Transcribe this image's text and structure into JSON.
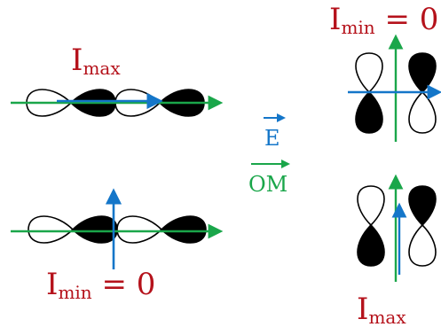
{
  "colors": {
    "label_red": "#b5121b",
    "green_axis": "#1aa64a",
    "blue_axis": "#1476c9",
    "lobe_outline": "#000000",
    "lobe_fill": "#000000"
  },
  "labels": {
    "top_left": {
      "main": "I",
      "sub": "max",
      "suffix": ""
    },
    "bottom_left": {
      "main": "I",
      "sub": "min",
      "suffix": " = 0"
    },
    "top_right": {
      "main": "I",
      "sub": "min",
      "suffix": " = 0"
    },
    "bottom_right": {
      "main": "I",
      "sub": "max",
      "suffix": ""
    },
    "field_vector": "E",
    "om_vector": "OM"
  }
}
